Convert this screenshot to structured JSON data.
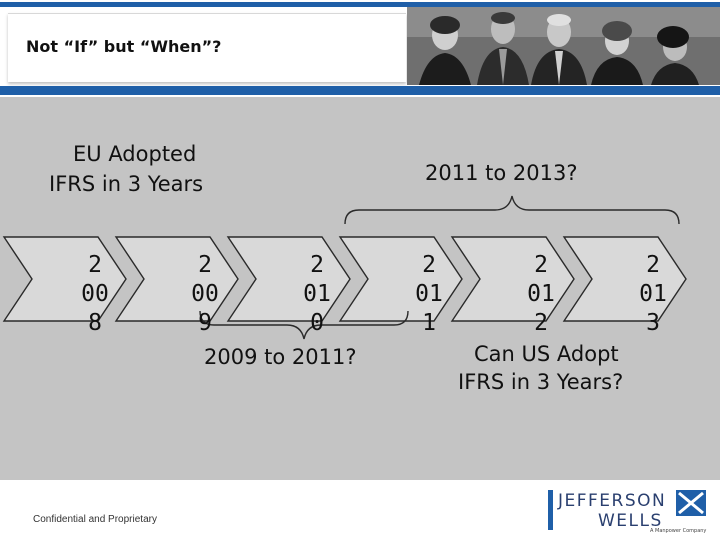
{
  "slide": {
    "title": "Not “If” but “When”?",
    "eu_note": [
      "EU Adopted",
      "IFRS in 3 Years"
    ],
    "range_upper": "2011 to 2013?",
    "range_lower": "2009 to 2011?",
    "us_question": [
      "Can US Adopt",
      "IFRS in 3 Years?"
    ],
    "years": [
      [
        "2",
        "00",
        "8"
      ],
      [
        "2",
        "00",
        "9"
      ],
      [
        "2",
        "01",
        "0"
      ],
      [
        "2",
        "01",
        "1"
      ],
      [
        "2",
        "01",
        "2"
      ],
      [
        "2",
        "01",
        "3"
      ]
    ],
    "footer": "Confidential and Proprietary",
    "logo": {
      "line1": "JEFFERSON",
      "line2": "WELLS",
      "tagline": "A Manpower Company"
    }
  },
  "colors": {
    "accent": "#1f5fa8",
    "panel": "#c4c4c4"
  }
}
